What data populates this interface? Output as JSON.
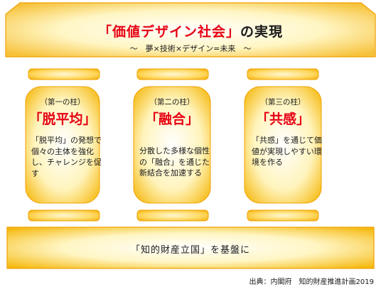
{
  "roof": {
    "title_part1": "「価値デザイン社会」",
    "title_part2": "の実現",
    "subtitle": "～　夢×技術×デザイン=未来　～"
  },
  "pillars": [
    {
      "label": "（第一の柱）",
      "name": "「脱平均」",
      "description": "「脱平均」の発想で個々の主体を強化し、チャレンジを促す"
    },
    {
      "label": "（第二の柱）",
      "name": "「融合」",
      "description": "分散した多様な個性の「融合」を通じた新結合を加速する"
    },
    {
      "label": "（第三の柱）",
      "name": "「共感」",
      "description": "「共感」を通じて価値が実現しやすい環境を作る"
    }
  ],
  "base": {
    "text": "「知的財産立国」を基盤に"
  },
  "source": "出典：内閣府　知的財産推進計画2019",
  "colors": {
    "fill_light": "#fffbe0",
    "fill_mid": "#ffe89a",
    "fill_dark": "#f5b700",
    "stroke": "#f0a000",
    "accent_red": "#e60012"
  }
}
